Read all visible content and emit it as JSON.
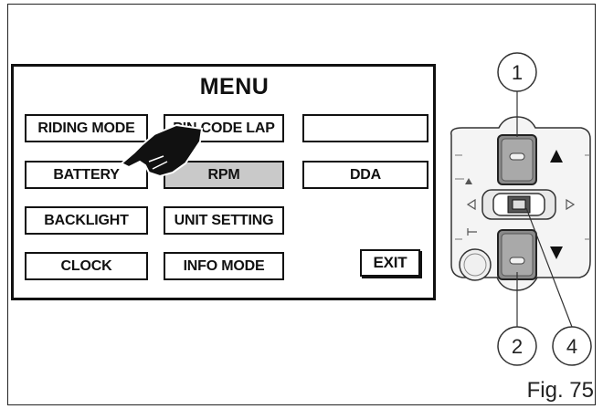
{
  "menu": {
    "title": "MENU",
    "buttons": [
      {
        "id": "riding-mode",
        "label": "RIDING MODE",
        "selected": false
      },
      {
        "id": "pin-code-lap",
        "label": "PIN CODE LAP",
        "selected": false
      },
      {
        "id": "blank",
        "label": "",
        "selected": false
      },
      {
        "id": "battery",
        "label": "BATTERY",
        "selected": false
      },
      {
        "id": "rpm",
        "label": "RPM",
        "selected": true
      },
      {
        "id": "dda",
        "label": "DDA",
        "selected": false
      },
      {
        "id": "backlight",
        "label": "BACKLIGHT",
        "selected": false
      },
      {
        "id": "unit-setting",
        "label": "UNIT SETTING",
        "selected": false
      },
      {
        "id": "clock",
        "label": "CLOCK",
        "selected": false
      },
      {
        "id": "info-mode",
        "label": "INFO MODE",
        "selected": false
      },
      {
        "id": "exit",
        "label": "EXIT",
        "selected": false
      }
    ],
    "selected_color": "#c9c9c9"
  },
  "callouts": [
    "1",
    "2",
    "4"
  ],
  "caption": "Fig. 75",
  "icons": {
    "pointer": "hand-pointer-icon",
    "up": "up-triangle-icon",
    "down": "down-triangle-icon",
    "left": "left-arrow-icon",
    "right": "right-arrow-icon"
  }
}
